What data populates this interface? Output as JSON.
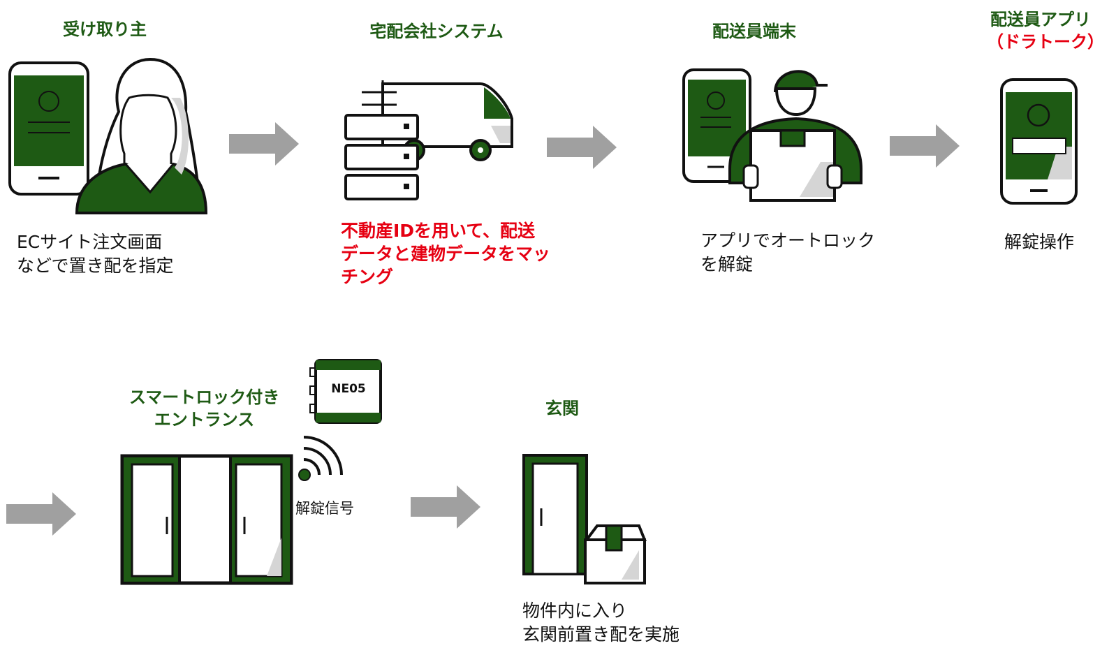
{
  "steps": [
    {
      "title": "受け取り主",
      "desc": [
        "ECサイト注文画面",
        "などで置き配を指定"
      ]
    },
    {
      "title": "宅配会社システム",
      "desc": [
        "不動産IDを用いて、配送",
        "データと建物データをマッ",
        "チング"
      ]
    },
    {
      "title": "配送員端末",
      "desc": [
        "アプリでオートロック",
        "を解錠"
      ]
    },
    {
      "title": "配送員アプリ",
      "title_sub": "（ドラトーク）",
      "desc": [
        "解錠操作"
      ]
    }
  ],
  "entrance": {
    "title": [
      "スマートロック付き",
      "エントランス"
    ],
    "device_label": "NE05",
    "signal_label": "解錠信号"
  },
  "door": {
    "title": "玄関",
    "desc": [
      "物件内に入り",
      "玄関前置き配を実施"
    ]
  },
  "colors": {
    "green": "#1e5a14",
    "red": "#e60012",
    "arrow": "#a0a0a0"
  }
}
